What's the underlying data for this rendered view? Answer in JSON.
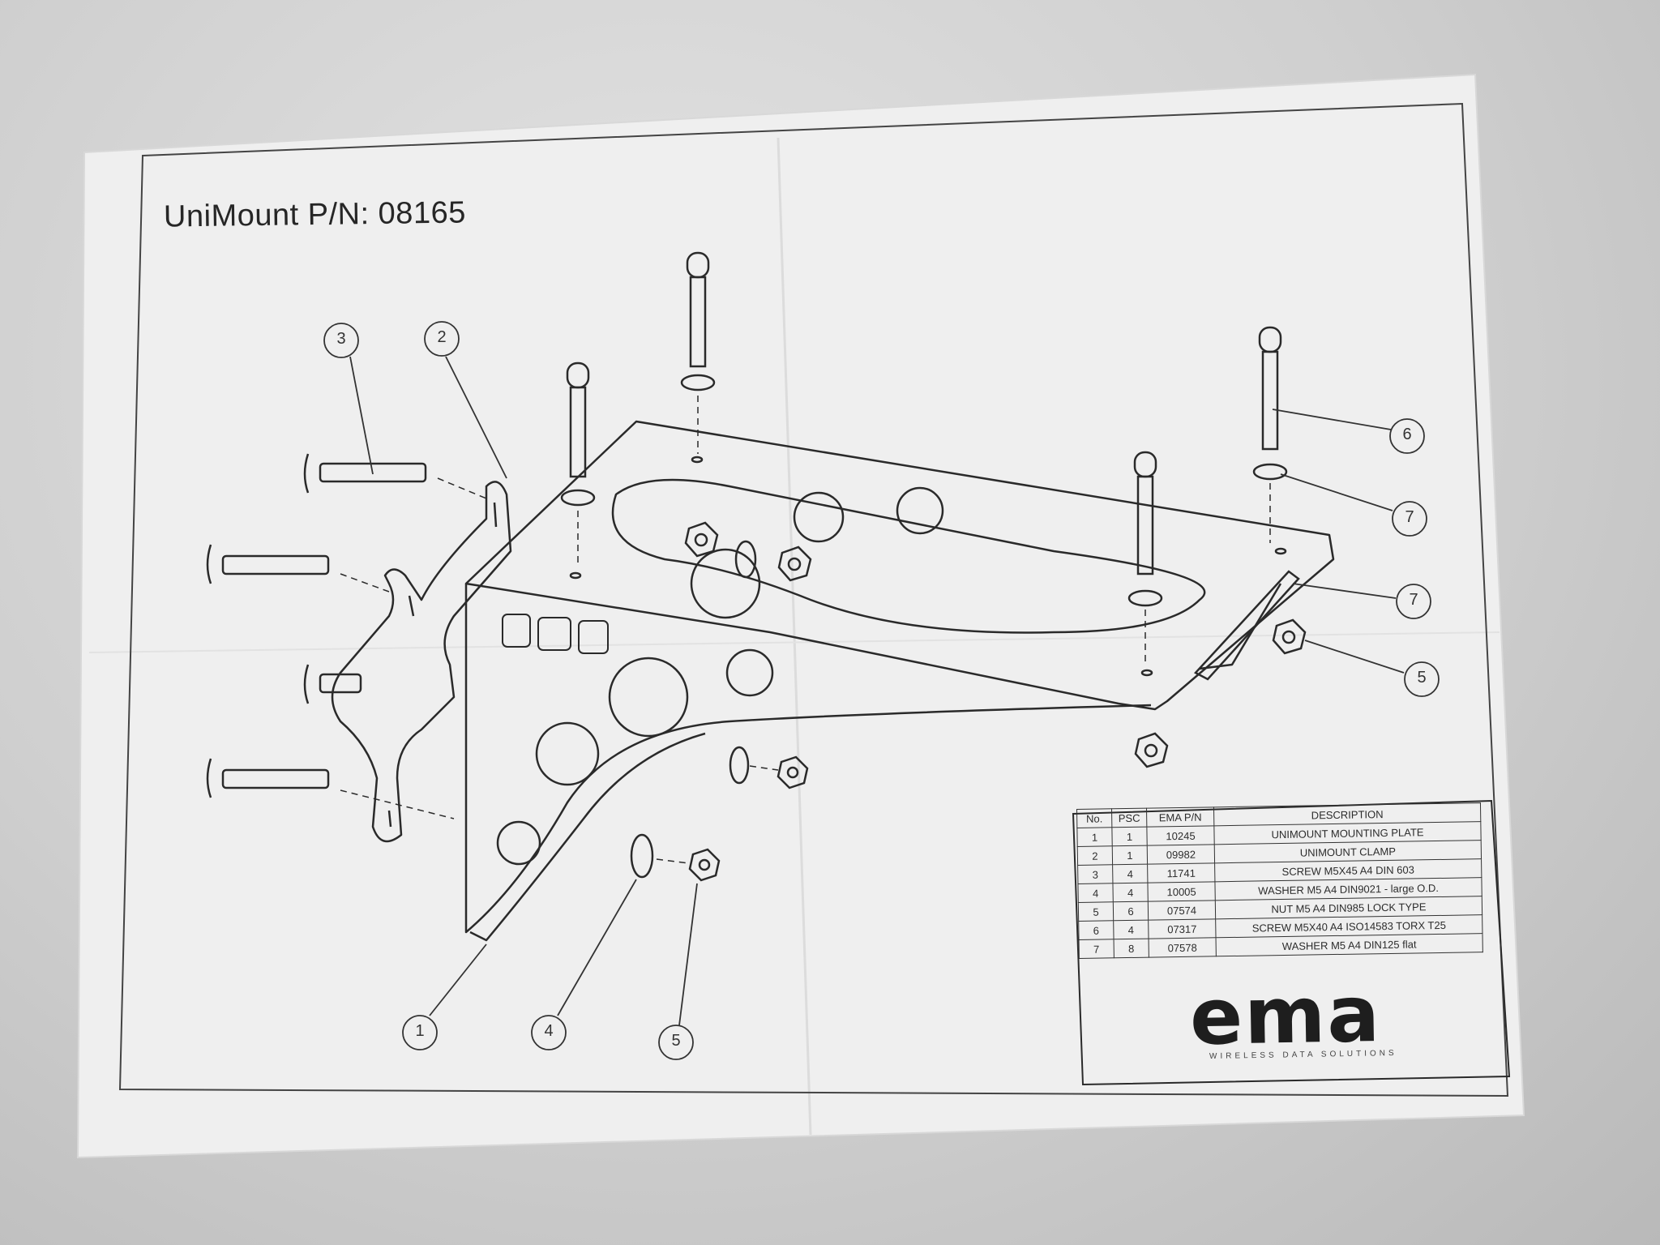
{
  "title": "UniMount P/N: 08165",
  "callouts": [
    "3",
    "2",
    "6",
    "7",
    "7",
    "5",
    "1",
    "4",
    "5"
  ],
  "table": {
    "headers": [
      "No.",
      "PSC",
      "EMA P/N",
      "DESCRIPTION"
    ],
    "rows": [
      [
        "1",
        "1",
        "10245",
        "UNIMOUNT MOUNTING PLATE"
      ],
      [
        "2",
        "1",
        "09982",
        "UNIMOUNT CLAMP"
      ],
      [
        "3",
        "4",
        "11741",
        "SCREW M5X45 A4 DIN 603"
      ],
      [
        "4",
        "4",
        "10005",
        "WASHER M5 A4 DIN9021 - large O.D."
      ],
      [
        "5",
        "6",
        "07574",
        "NUT M5 A4 DIN985 LOCK TYPE"
      ],
      [
        "6",
        "4",
        "07317",
        "SCREW M5X40 A4 ISO14583 TORX T25"
      ],
      [
        "7",
        "8",
        "07578",
        "WASHER M5 A4 DIN125 flat"
      ]
    ]
  },
  "logo": {
    "text": "ema",
    "tagline": "WIRELESS DATA SOLUTIONS"
  },
  "colors": {
    "paper": "#efefef",
    "ink": "#2a2a2a",
    "background": "#c9c9c9"
  }
}
